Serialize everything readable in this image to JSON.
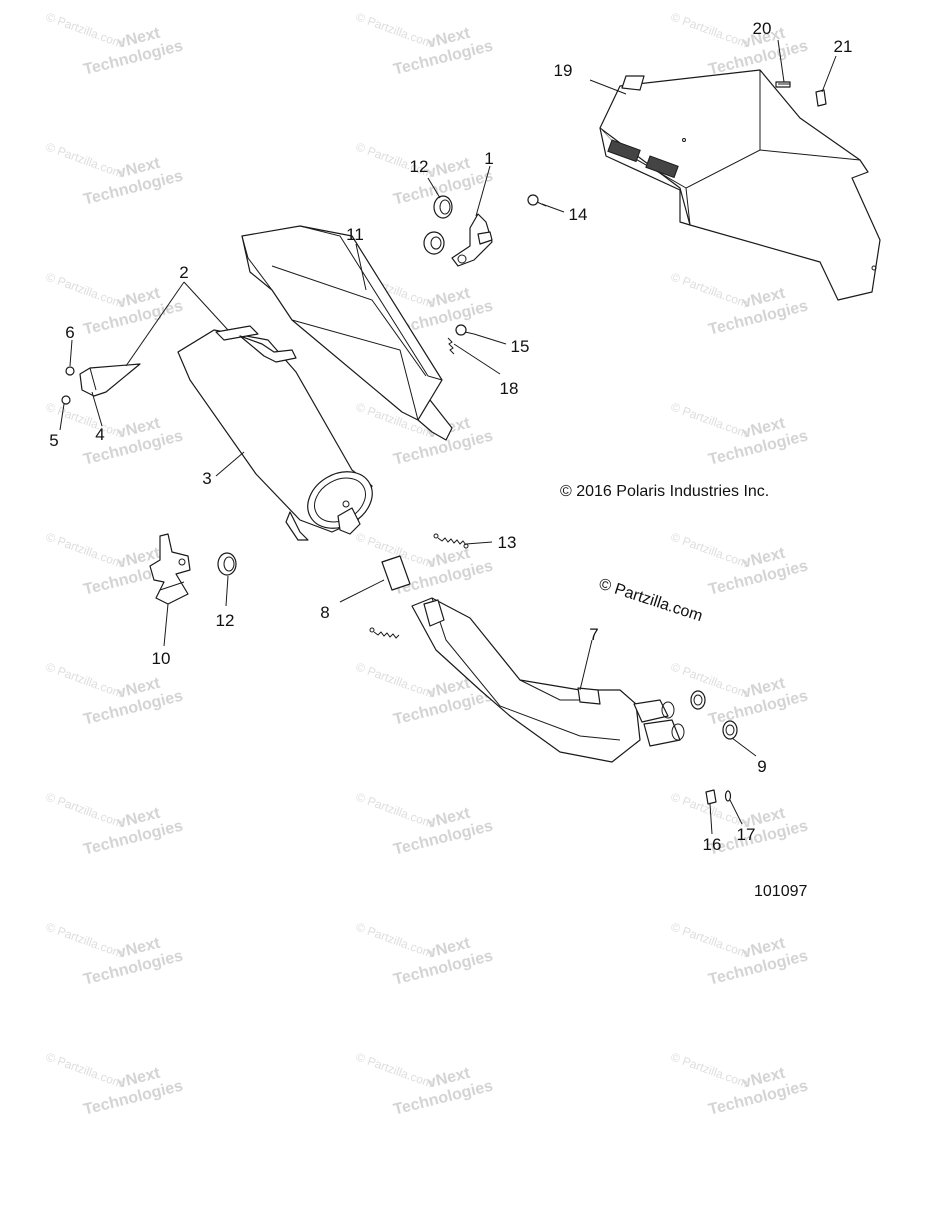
{
  "diagram": {
    "copyright": "© 2016 Polaris Industries Inc.",
    "site_mark": "© Partzilla.com",
    "diagram_number": "101097",
    "watermark": {
      "brand_line1": "vNext",
      "brand_line2": "Technologies",
      "site": "© Partzilla.com"
    },
    "callouts": [
      "1",
      "2",
      "3",
      "4",
      "5",
      "6",
      "7",
      "8",
      "9",
      "10",
      "11",
      "12",
      "12",
      "13",
      "14",
      "15",
      "16",
      "17",
      "18",
      "19",
      "20",
      "21"
    ]
  }
}
